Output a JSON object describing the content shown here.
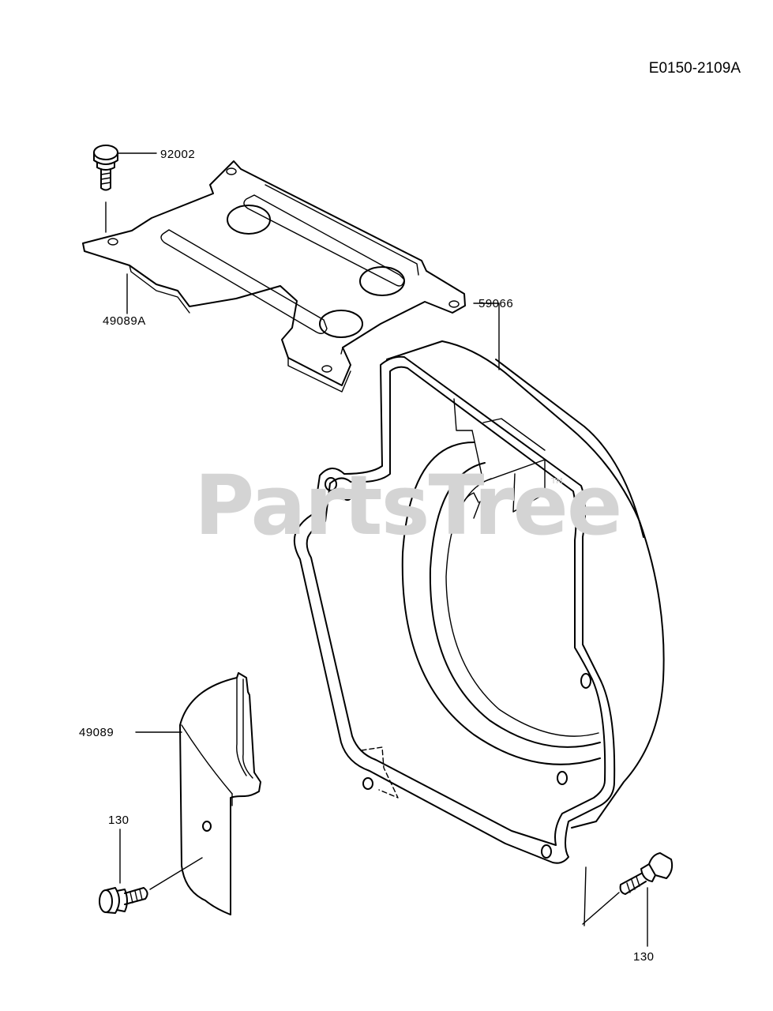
{
  "diagram_code": "E0150-2109A",
  "watermark": "PartsTree",
  "watermark_tm": "TM",
  "parts": [
    {
      "id": "bolt-top",
      "label": "92002"
    },
    {
      "id": "cover-plate",
      "label": "49089A"
    },
    {
      "id": "fan-housing",
      "label": "59066"
    },
    {
      "id": "cover-curved",
      "label": "49089"
    },
    {
      "id": "bolt-left",
      "label": "130"
    },
    {
      "id": "bolt-right",
      "label": "130"
    }
  ]
}
